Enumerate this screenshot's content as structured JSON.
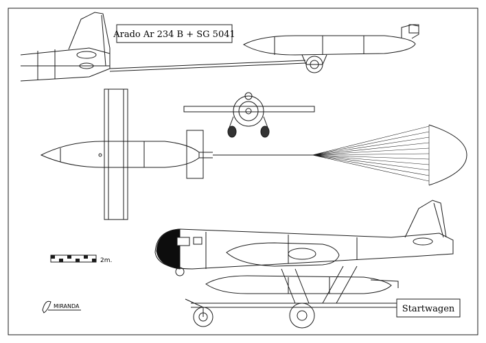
{
  "title_box": {
    "text": "Arado Ar 234 B + SG 5041"
  },
  "startwagen_box": {
    "text": "Startwagen"
  },
  "scale_bar": {
    "label": "2m."
  },
  "signature": {
    "text": "MIRANDA"
  },
  "colors": {
    "ink": "#1a1a1a",
    "paper": "#ffffff",
    "canopy": "#0d0d0d"
  }
}
